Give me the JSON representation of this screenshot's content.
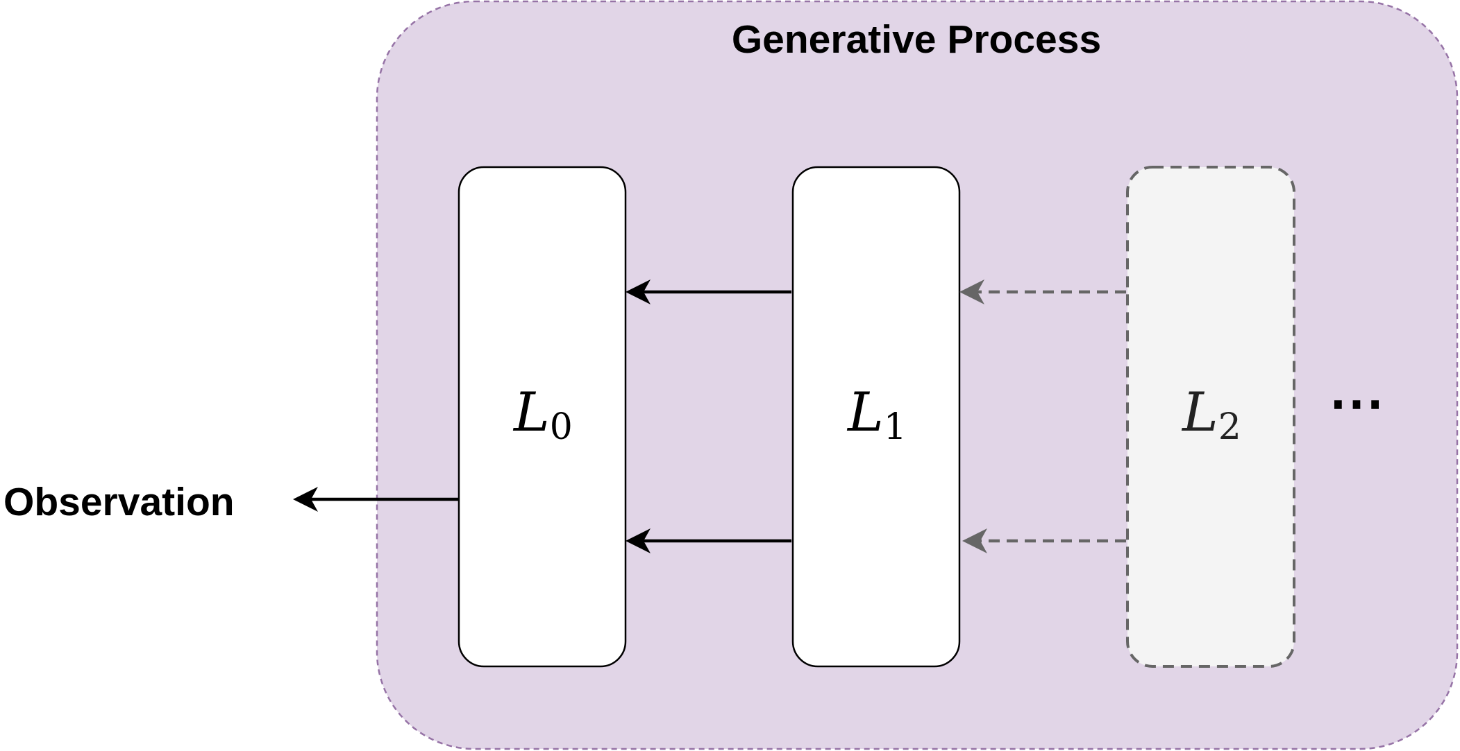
{
  "title": "Generative Process",
  "observation_label": "Observation",
  "ellipsis": "⋯",
  "layers": [
    {
      "base": "L",
      "sub": "0",
      "style": "solid"
    },
    {
      "base": "L",
      "sub": "1",
      "style": "solid"
    },
    {
      "base": "L",
      "sub": "2",
      "style": "dashed"
    }
  ],
  "colors": {
    "container_fill": "#e1d5e7",
    "container_stroke": "#9673a6",
    "box_fill": "#ffffff",
    "box_stroke": "#000000",
    "ghost_fill": "#f4f4f4",
    "ghost_stroke": "#666666",
    "arrow_solid": "#000000",
    "arrow_dashed": "#666666"
  }
}
